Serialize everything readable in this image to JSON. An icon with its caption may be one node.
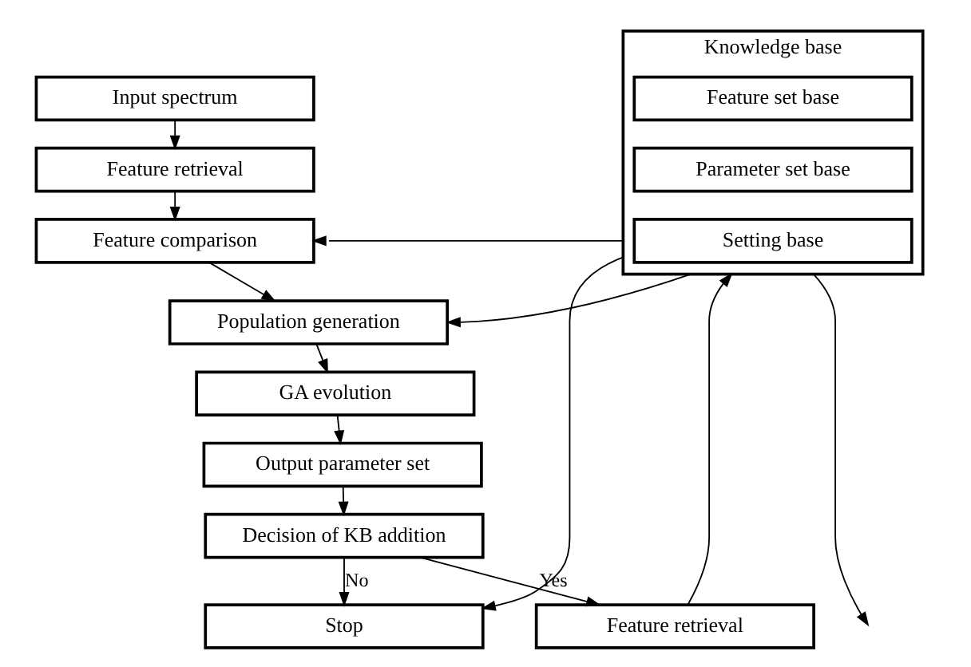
{
  "diagram": {
    "nodes": [
      {
        "text": [
          "Input spectrum"
        ]
      },
      {
        "text": [
          "Feature retrieval"
        ]
      },
      {
        "text": [
          "Feature comparison"
        ]
      },
      {
        "text": [
          "Population generation"
        ]
      },
      {
        "text": [
          "GA evolution"
        ]
      },
      {
        "text": [
          "Output parameter set"
        ]
      },
      {
        "text": [
          "Knowledge base"
        ]
      },
      {
        "text": [
          "Feature set base"
        ],
        "in": 6
      },
      {
        "text": [
          "Parameter set base"
        ],
        "in": 6
      },
      {
        "text": [
          "Setting base"
        ],
        "in": 6
      },
      {
        "text": [
          "Feature retrieval"
        ]
      },
      {
        "text": [
          "Decision of KB addition"
        ]
      },
      {
        "text": [
          "Stop"
        ]
      }
    ],
    "edges": [
      {
        "from": 0,
        "to": 1,
        "arrow": "to"
      },
      {
        "from": 1,
        "to": 2,
        "arrow": "to"
      },
      {
        "from": 2,
        "to": 3,
        "arrow": "to"
      },
      {
        "from": 3,
        "to": 4,
        "arrow": "to"
      },
      {
        "from": 4,
        "to": 5,
        "arrow": "to"
      },
      {
        "from": 6,
        "to": 2,
        "arrow": "to"
      },
      {
        "from": 6,
        "to": 3,
        "arrow": "to"
      },
      {
        "from": 5,
        "to": 11,
        "arrow": "to"
      },
      {
        "from": 11,
        "to": 10,
        "label": "Yes",
        "arrow": "to"
      },
      {
        "from": 10,
        "to": 6,
        "arrow": "to"
      },
      {
        "from": 11,
        "to": 12,
        "label": "No",
        "arrow": "to"
      },
      {
        "from": 6,
        "to": 12,
        "arrow": "to"
      },
      {
        "from": 6,
        "to": null,
        "arrow": "to"
      }
    ]
  }
}
